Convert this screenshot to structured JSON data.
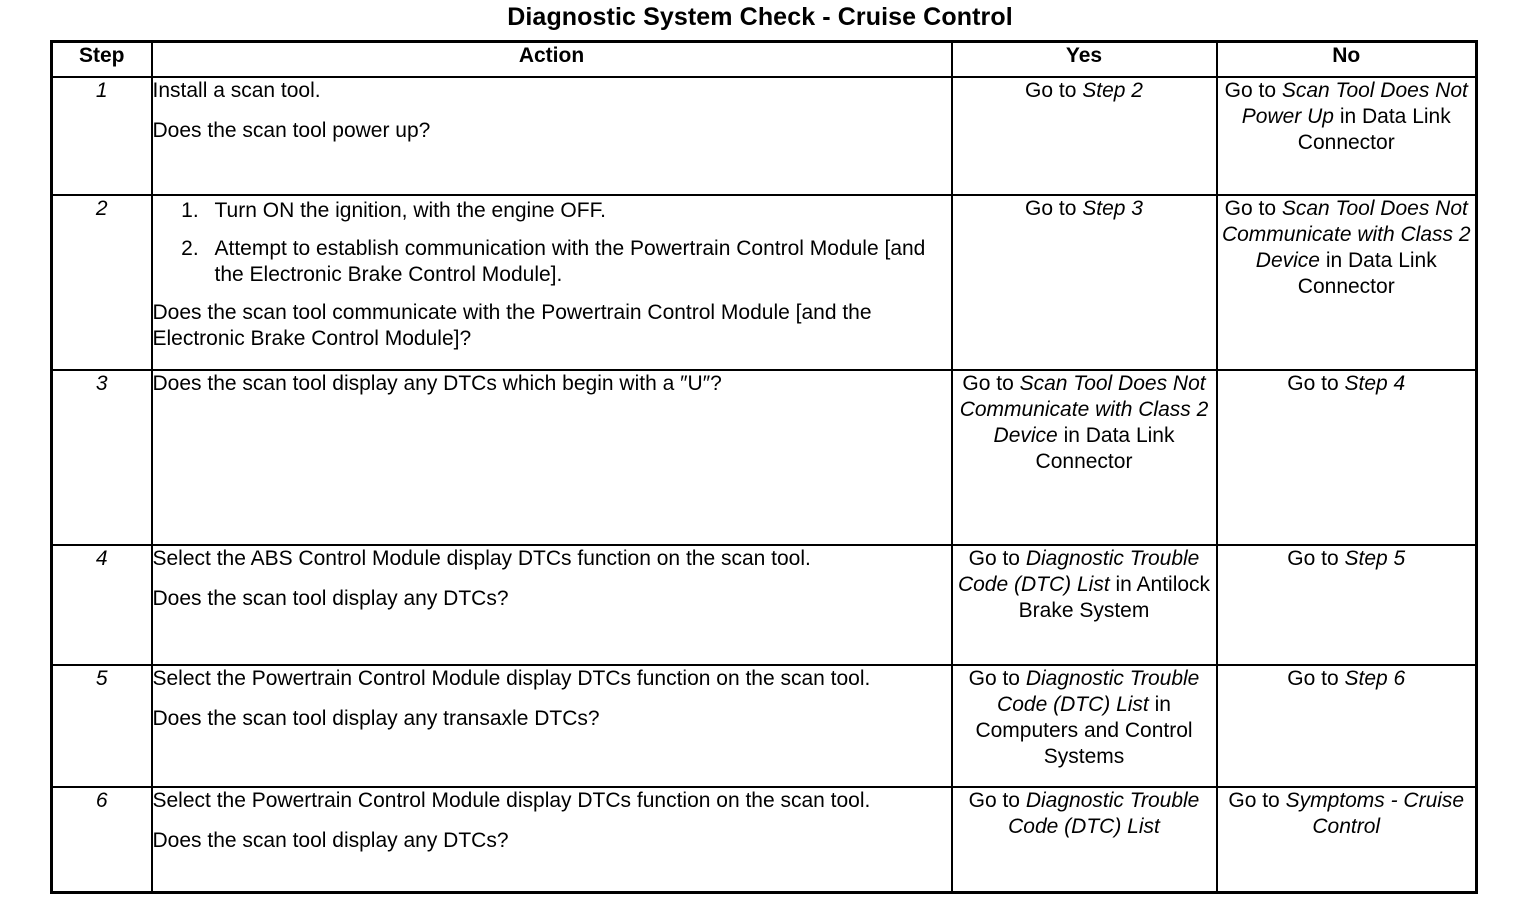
{
  "title": "Diagnostic System Check - Cruise Control",
  "table": {
    "headers": {
      "step": "Step",
      "action": "Action",
      "yes": "Yes",
      "no": "No"
    },
    "rows": [
      {
        "step": "1",
        "action_paragraphs": [
          [
            {
              "t": "Install a scan tool.",
              "i": false
            }
          ],
          [
            {
              "t": "Does the scan tool power up?",
              "i": false
            }
          ]
        ],
        "action_list": [],
        "yes": [
          {
            "t": "Go to ",
            "i": false
          },
          {
            "t": "Step 2",
            "i": true
          }
        ],
        "yes_align": "bottom",
        "no": [
          {
            "t": "Go to ",
            "i": false
          },
          {
            "t": "Scan Tool Does Not Power Up",
            "i": true
          },
          {
            "t": " in Data Link Connector",
            "i": false
          }
        ],
        "no_align": "top"
      },
      {
        "step": "2",
        "action_paragraphs": [
          [
            {
              "t": "Does the scan tool communicate with the Powertrain Control Module [and the Electronic Brake Control Module]?",
              "i": false
            }
          ]
        ],
        "action_list": [
          [
            {
              "t": "Turn ON the ignition, with the engine OFF.",
              "i": false
            }
          ],
          [
            {
              "t": "Attempt to establish communication with the Powertrain Control Module [and the Electronic Brake Control Module].",
              "i": false
            }
          ]
        ],
        "yes": [
          {
            "t": "Go to ",
            "i": false
          },
          {
            "t": "Step 3",
            "i": true
          }
        ],
        "yes_align": "bottom",
        "no": [
          {
            "t": "Go to ",
            "i": false
          },
          {
            "t": "Scan Tool Does Not Communicate with Class 2 Device",
            "i": true
          },
          {
            "t": " in Data Link Connector",
            "i": false
          }
        ],
        "no_align": "top"
      },
      {
        "step": "3",
        "action_paragraphs": [
          [
            {
              "t": "Does the scan tool display any DTCs which begin with a ″U″?",
              "i": false
            }
          ]
        ],
        "action_list": [],
        "yes": [
          {
            "t": "Go to ",
            "i": false
          },
          {
            "t": "Scan Tool Does Not Communicate with Class 2 Device",
            "i": true
          },
          {
            "t": " in Data Link Connector",
            "i": false
          }
        ],
        "yes_align": "top",
        "no": [
          {
            "t": "Go to ",
            "i": false
          },
          {
            "t": "Step 4",
            "i": true
          }
        ],
        "no_align": "bottom"
      },
      {
        "step": "4",
        "action_paragraphs": [
          [
            {
              "t": "Select the ABS Control Module display DTCs function on the scan tool.",
              "i": false
            }
          ],
          [
            {
              "t": "Does the scan tool display any DTCs?",
              "i": false
            }
          ]
        ],
        "action_list": [],
        "yes": [
          {
            "t": "Go to ",
            "i": false
          },
          {
            "t": "Diagnostic Trouble Code (DTC) List",
            "i": true
          },
          {
            "t": " in Antilock Brake System",
            "i": false
          }
        ],
        "yes_align": "top",
        "no": [
          {
            "t": "Go to ",
            "i": false
          },
          {
            "t": "Step 5",
            "i": true
          }
        ],
        "no_align": "bottom"
      },
      {
        "step": "5",
        "action_paragraphs": [
          [
            {
              "t": "Select the Powertrain Control Module display DTCs function on the scan tool.",
              "i": false
            }
          ],
          [
            {
              "t": "Does the scan tool display any transaxle DTCs?",
              "i": false
            }
          ]
        ],
        "action_list": [],
        "yes": [
          {
            "t": "Go to ",
            "i": false
          },
          {
            "t": "Diagnostic Trouble Code (DTC) List",
            "i": true
          },
          {
            "t": " in Computers and Control Systems",
            "i": false
          }
        ],
        "yes_align": "top",
        "no": [
          {
            "t": "Go to ",
            "i": false
          },
          {
            "t": "Step 6",
            "i": true
          }
        ],
        "no_align": "bottom"
      },
      {
        "step": "6",
        "action_paragraphs": [
          [
            {
              "t": "Select the Powertrain Control Module display DTCs function on the scan tool.",
              "i": false
            }
          ],
          [
            {
              "t": "Does the scan tool display any DTCs?",
              "i": false
            }
          ]
        ],
        "action_list": [],
        "yes": [
          {
            "t": "Go to ",
            "i": false
          },
          {
            "t": "Diagnostic Trouble Code (DTC) List",
            "i": true
          }
        ],
        "yes_align": "top",
        "no": [
          {
            "t": "Go to ",
            "i": false
          },
          {
            "t": "Symptoms - Cruise Control",
            "i": true
          }
        ],
        "no_align": "bottom"
      }
    ]
  }
}
